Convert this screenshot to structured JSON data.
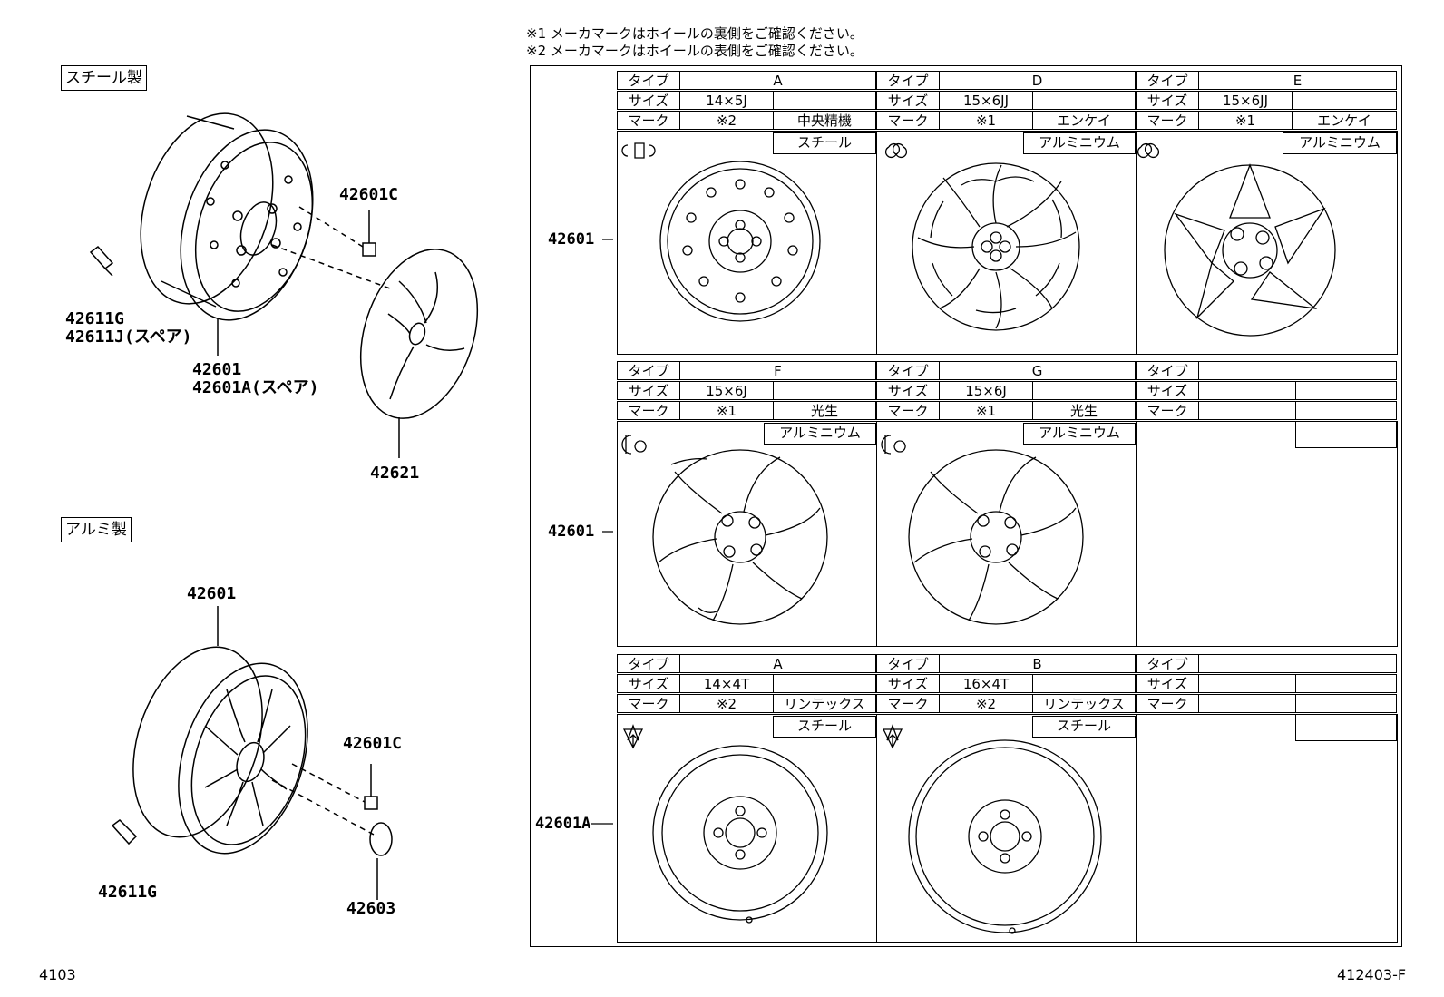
{
  "notes": [
    "※1 メーカマークはホイールの裏側をご確認ください。",
    "※2 メーカマークはホイールの表側をご確認ください。"
  ],
  "sections": {
    "steel": {
      "title": "スチール製",
      "labels": [
        "42601C",
        "42611G",
        "42611J(スペア)",
        "42601",
        "42601A(スペア)",
        "42621"
      ]
    },
    "alu": {
      "title": "アルミ製",
      "labels": [
        "42601",
        "42601C",
        "42611G",
        "42603"
      ]
    }
  },
  "table": {
    "header_labels": {
      "type": "タイプ",
      "size": "サイズ",
      "mark": "マーク"
    },
    "row_labels": [
      "42601",
      "42601",
      "42601A"
    ],
    "rows": [
      [
        {
          "type": "A",
          "size": "14×5J",
          "mark": "※2",
          "maker": "中央精機",
          "material": "スチール"
        },
        {
          "type": "D",
          "size": "15×6JJ",
          "mark": "※1",
          "maker": "エンケイ",
          "material": "アルミニウム"
        },
        {
          "type": "E",
          "size": "15×6JJ",
          "mark": "※1",
          "maker": "エンケイ",
          "material": "アルミニウム"
        }
      ],
      [
        {
          "type": "F",
          "size": "15×6J",
          "mark": "※1",
          "maker": "光生",
          "material": "アルミニウム"
        },
        {
          "type": "G",
          "size": "15×6J",
          "mark": "※1",
          "maker": "光生",
          "material": "アルミニウム"
        },
        {
          "type": "",
          "size": "",
          "mark": "",
          "maker": "",
          "material": ""
        }
      ],
      [
        {
          "type": "A",
          "size": "14×4T",
          "mark": "※2",
          "maker": "リンテックス",
          "material": "スチール"
        },
        {
          "type": "B",
          "size": "16×4T",
          "mark": "※2",
          "maker": "リンテックス",
          "material": "スチール"
        },
        {
          "type": "",
          "size": "",
          "mark": "",
          "maker": "",
          "material": ""
        }
      ]
    ]
  },
  "footer": {
    "left": "4103",
    "right": "412403-F"
  }
}
